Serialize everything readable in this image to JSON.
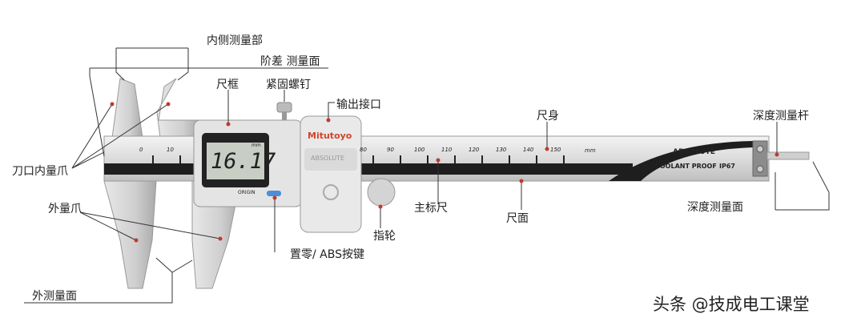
{
  "labels": {
    "inner_measuring_part": "内侧测量部",
    "step_measuring_face": "阶差 测量面",
    "slider_frame": "尺框",
    "clamp_screw": "紧固螺钉",
    "output_port": "输出接口",
    "main_beam": "尺身",
    "depth_rod": "深度测量杆",
    "knife_inside_jaw": "刀口内量爪",
    "outside_jaw": "外量爪",
    "main_scale": "主标尺",
    "scale_face": "尺面",
    "depth_measuring_face": "深度测量面",
    "thumb_roller": "指轮",
    "zero_abs_button": "置零/ ABS按键",
    "outside_measuring_face": "外测量面"
  },
  "device": {
    "display_value": "16.17",
    "display_unit": "mm",
    "brand": "Mitutoyo",
    "origin_label": "ORIGIN",
    "abs_label": "ABSOLUTE",
    "coolant_label": "COOLANT PROOF",
    "ip_label": "IP67",
    "scale_unit": "mm",
    "scale_ticks_left": [
      "0",
      "10"
    ],
    "scale_ticks_right": [
      "80",
      "90",
      "100",
      "110",
      "120",
      "130",
      "140",
      "150"
    ]
  },
  "watermark": "头条 @技成电工课堂",
  "colors": {
    "callout": "#c0392b",
    "line": "#333333",
    "lcd": "#c9cec5",
    "button": "#4a8fd8"
  }
}
